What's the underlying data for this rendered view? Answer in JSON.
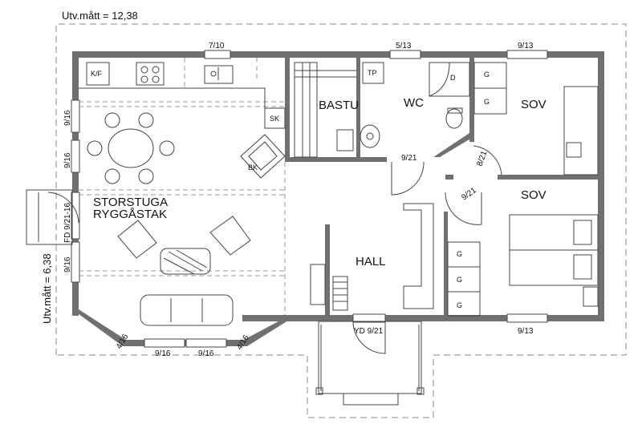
{
  "dimensions": {
    "width_label": "Utv.mått = 12,38",
    "height_label": "Utv.mått = 6,38"
  },
  "rooms": {
    "storstuga_line1": "STORSTUGA",
    "storstuga_line2": "RYGGÅSTAK",
    "bastu": "BASTU",
    "wc": "WC",
    "sov_top": "SOV",
    "sov_bottom": "SOV",
    "hall": "HALL"
  },
  "windows": {
    "top_kitchen": "7/10",
    "top_wc": "5/13",
    "top_sov": "9/13",
    "left_upper_1": "9/16",
    "left_upper_2": "9/16",
    "left_door": "FD 9/21-16",
    "left_lower": "9/16",
    "bay_left": "4/16",
    "bay_mid_1": "9/16",
    "bay_mid_2": "9/16",
    "bay_right": "4/16",
    "bottom_sov": "9/13"
  },
  "doors": {
    "wc_door": "9/21",
    "sov_top_door": "8/21",
    "sov_bottom_door": "9/21",
    "entrance": "YD 9/21"
  },
  "fixtures": {
    "kf": "K/F",
    "sk": "SK",
    "bk": "BK",
    "tp": "TP",
    "dusch": "D",
    "g1": "G",
    "g2": "G",
    "g3": "G",
    "g4": "G",
    "g5": "G"
  }
}
